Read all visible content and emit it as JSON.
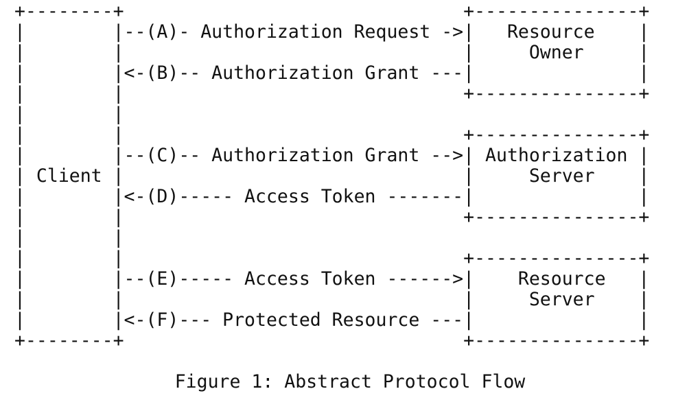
{
  "diagram": {
    "lines": [
      "+--------+                               +---------------+",
      "|        |--(A)- Authorization Request ->|   Resource    |",
      "|        |                               |     Owner     |",
      "|        |<-(B)-- Authorization Grant ---|               |",
      "|        |                               +---------------+",
      "|        |",
      "|        |                               +---------------+",
      "|        |--(C)-- Authorization Grant -->| Authorization |",
      "| Client |                               |     Server    |",
      "|        |<-(D)----- Access Token -------|               |",
      "|        |                               +---------------+",
      "|        |",
      "|        |                               +---------------+",
      "|        |--(E)----- Access Token ------>|    Resource   |",
      "|        |                               |     Server    |",
      "|        |<-(F)--- Protected Resource ---|               |",
      "+--------+                               +---------------+"
    ],
    "caption": "Figure 1: Abstract Protocol Flow"
  }
}
